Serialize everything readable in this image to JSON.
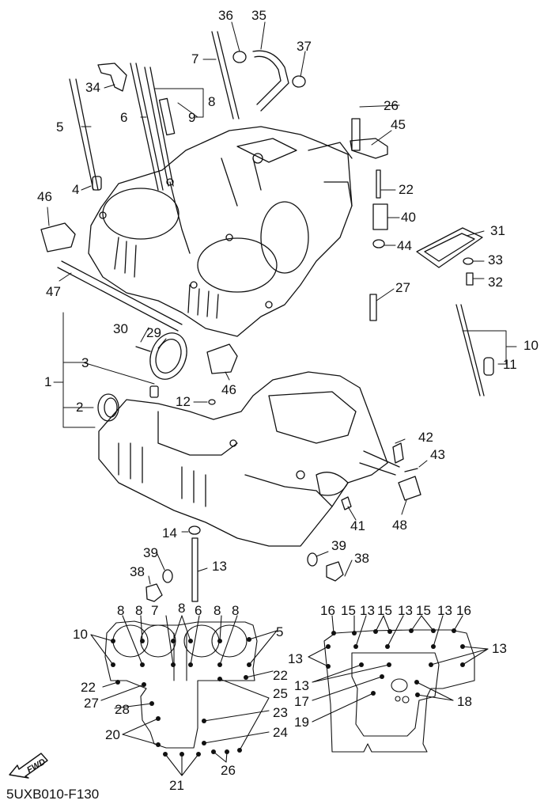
{
  "diagram": {
    "title_code": "5UXB010-F130",
    "direction_indicator": "FWD",
    "part_callouts": [
      {
        "id": "c36",
        "label": "36"
      },
      {
        "id": "c35",
        "label": "35"
      },
      {
        "id": "c37",
        "label": "37"
      },
      {
        "id": "c7a",
        "label": "7"
      },
      {
        "id": "c34",
        "label": "34"
      },
      {
        "id": "c8a",
        "label": "8"
      },
      {
        "id": "c9",
        "label": "9"
      },
      {
        "id": "c5a",
        "label": "5"
      },
      {
        "id": "c6a",
        "label": "6"
      },
      {
        "id": "c26a",
        "label": "26"
      },
      {
        "id": "c45",
        "label": "45"
      },
      {
        "id": "c4",
        "label": "4"
      },
      {
        "id": "c22a",
        "label": "22"
      },
      {
        "id": "c46a",
        "label": "46"
      },
      {
        "id": "c40",
        "label": "40"
      },
      {
        "id": "c31",
        "label": "31"
      },
      {
        "id": "c44",
        "label": "44"
      },
      {
        "id": "c33",
        "label": "33"
      },
      {
        "id": "c47",
        "label": "47"
      },
      {
        "id": "c32",
        "label": "32"
      },
      {
        "id": "c27a",
        "label": "27"
      },
      {
        "id": "c30",
        "label": "30"
      },
      {
        "id": "c29",
        "label": "29"
      },
      {
        "id": "c10a",
        "label": "10"
      },
      {
        "id": "c3",
        "label": "3"
      },
      {
        "id": "c11",
        "label": "11"
      },
      {
        "id": "c1",
        "label": "1"
      },
      {
        "id": "c46b",
        "label": "46"
      },
      {
        "id": "c2",
        "label": "2"
      },
      {
        "id": "c12",
        "label": "12"
      },
      {
        "id": "c42",
        "label": "42"
      },
      {
        "id": "c43",
        "label": "43"
      },
      {
        "id": "c41",
        "label": "41"
      },
      {
        "id": "c48",
        "label": "48"
      },
      {
        "id": "c14",
        "label": "14"
      },
      {
        "id": "c39a",
        "label": "39"
      },
      {
        "id": "c39b",
        "label": "39"
      },
      {
        "id": "c38a",
        "label": "38"
      },
      {
        "id": "c38b",
        "label": "38"
      },
      {
        "id": "c13a",
        "label": "13"
      }
    ],
    "upper_crankcase_bolt_pattern": {
      "callouts": [
        {
          "id": "u8a",
          "label": "8"
        },
        {
          "id": "u8b",
          "label": "8"
        },
        {
          "id": "u7",
          "label": "7"
        },
        {
          "id": "u8c",
          "label": "8"
        },
        {
          "id": "u6",
          "label": "6"
        },
        {
          "id": "u8d",
          "label": "8"
        },
        {
          "id": "u8e",
          "label": "8"
        },
        {
          "id": "u10",
          "label": "10"
        },
        {
          "id": "u5",
          "label": "5"
        },
        {
          "id": "u22a",
          "label": "22"
        },
        {
          "id": "u22b",
          "label": "22"
        },
        {
          "id": "u27",
          "label": "27"
        },
        {
          "id": "u25",
          "label": "25"
        },
        {
          "id": "u28",
          "label": "28"
        },
        {
          "id": "u23",
          "label": "23"
        },
        {
          "id": "u20",
          "label": "20"
        },
        {
          "id": "u24",
          "label": "24"
        },
        {
          "id": "u26",
          "label": "26"
        },
        {
          "id": "u21",
          "label": "21"
        }
      ]
    },
    "lower_crankcase_bolt_pattern": {
      "callouts": [
        {
          "id": "l16a",
          "label": "16"
        },
        {
          "id": "l15a",
          "label": "15"
        },
        {
          "id": "l13a",
          "label": "13"
        },
        {
          "id": "l15b",
          "label": "15"
        },
        {
          "id": "l13b",
          "label": "13"
        },
        {
          "id": "l15c",
          "label": "15"
        },
        {
          "id": "l13c",
          "label": "13"
        },
        {
          "id": "l16b",
          "label": "16"
        },
        {
          "id": "l13d",
          "label": "13"
        },
        {
          "id": "l13e",
          "label": "13"
        },
        {
          "id": "l13f",
          "label": "13"
        },
        {
          "id": "l17",
          "label": "17"
        },
        {
          "id": "l18",
          "label": "18"
        },
        {
          "id": "l19",
          "label": "19"
        }
      ]
    }
  }
}
